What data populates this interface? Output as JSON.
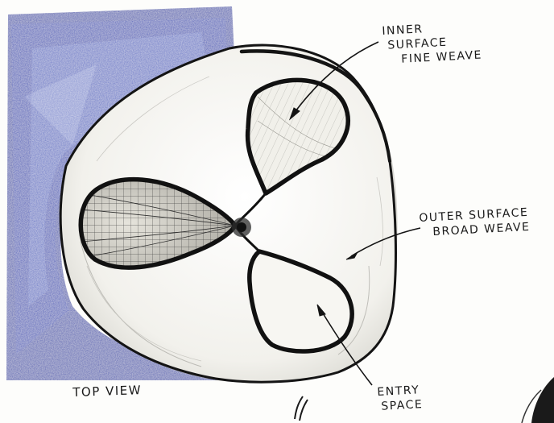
{
  "sketch": {
    "labels": {
      "inner_surface": [
        "INNER",
        "SURFACE",
        "FINE WEAVE"
      ],
      "outer_surface": [
        "OUTER SURFACE",
        "BROAD WEAVE"
      ],
      "entry_space": [
        "ENTRY",
        "SPACE"
      ],
      "view_caption": "TOP VIEW"
    },
    "colors": {
      "background_wash": "#2a3fa8",
      "outline": "#141414",
      "shell_fill": "#f4f3ef",
      "mesh": "#3a3a3a"
    }
  }
}
